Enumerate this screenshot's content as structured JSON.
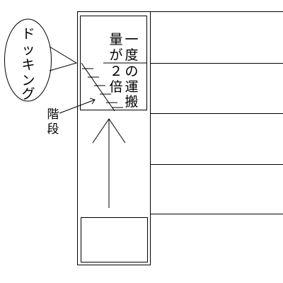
{
  "callout": {
    "label_chars": [
      "ド",
      "ッ",
      "キ",
      "ン",
      "グ"
    ]
  },
  "stair_label": {
    "chars": [
      "階",
      "段"
    ]
  },
  "note": {
    "columns": [
      [
        "一",
        "度",
        "の",
        "運",
        "搬"
      ],
      [
        "量",
        "が",
        "２",
        "倍"
      ]
    ]
  }
}
